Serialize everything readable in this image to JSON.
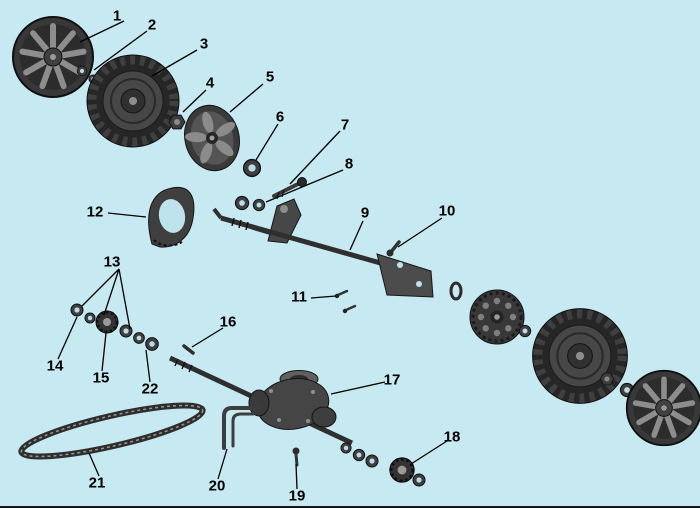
{
  "diagram": {
    "kind": "exploded-parts-diagram"
  },
  "colors": {
    "background": "#c7e9f1",
    "part_dark": "#2b2b2b",
    "part_mid": "#3c3c3c",
    "part_light": "#8d8d8d",
    "callout_text": "#000000",
    "leader_line": "#000000"
  },
  "callouts": [
    "1",
    "2",
    "3",
    "4",
    "5",
    "6",
    "7",
    "8",
    "9",
    "10",
    "11",
    "12",
    "13",
    "14",
    "15",
    "16",
    "17",
    "18",
    "19",
    "20",
    "21",
    "22"
  ]
}
